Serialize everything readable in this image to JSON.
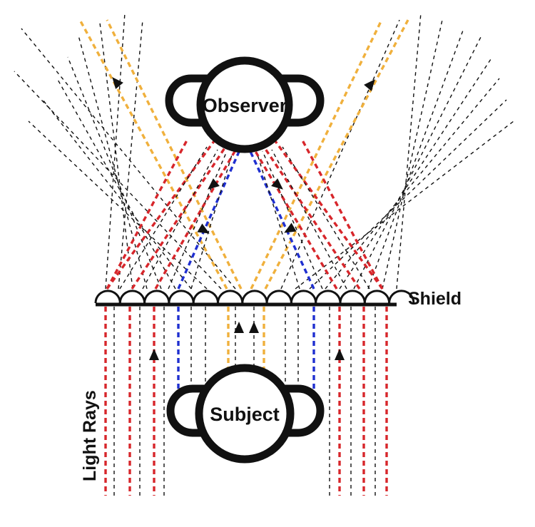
{
  "labels": {
    "observer": "Observer",
    "subject": "Subject",
    "shield": "Shield",
    "light_rays": "Light Rays"
  },
  "colors": {
    "black": "#111111",
    "red": "#d7262b",
    "blue": "#1f2fd0",
    "orange": "#f0b03c",
    "background": "#ffffff"
  },
  "icons": {
    "observer": "head-with-ears-icon",
    "subject": "head-with-ears-icon",
    "arrow": "triangle-arrow-icon"
  }
}
